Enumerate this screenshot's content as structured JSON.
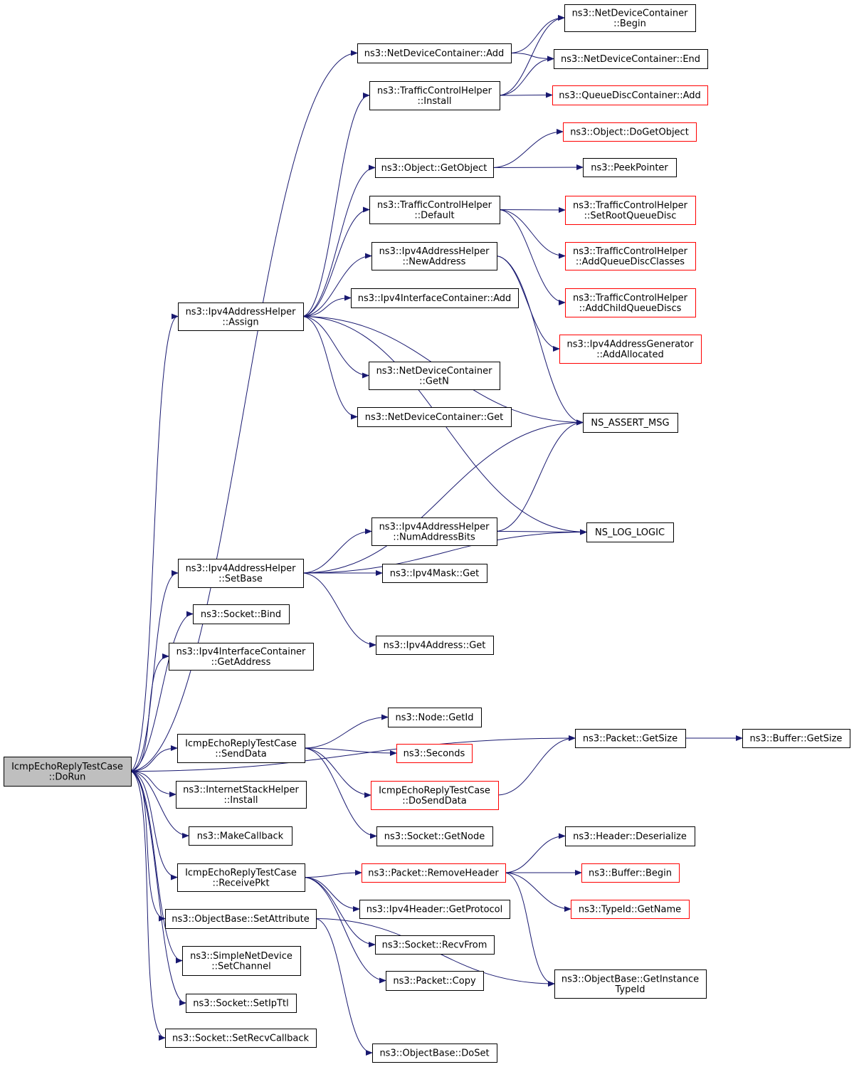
{
  "colors": {
    "edge": "#191970",
    "border_linked": "#000000",
    "border_external": "#ff0000",
    "root_fill": "#bfbfbf"
  },
  "nodes": [
    {
      "id": "root",
      "lines": [
        "IcmpEchoReplyTestCase",
        "::DoRun"
      ],
      "style": "root"
    },
    {
      "id": "ndc_add",
      "lines": [
        "ns3::NetDeviceContainer::Add"
      ],
      "style": "normal"
    },
    {
      "id": "ndc_begin",
      "lines": [
        "ns3::NetDeviceContainer",
        "::Begin"
      ],
      "style": "normal"
    },
    {
      "id": "ndc_end",
      "lines": [
        "ns3::NetDeviceContainer::End"
      ],
      "style": "normal"
    },
    {
      "id": "tch_install",
      "lines": [
        "ns3::TrafficControlHelper",
        "::Install"
      ],
      "style": "normal"
    },
    {
      "id": "qdc_add",
      "lines": [
        "ns3::QueueDiscContainer::Add"
      ],
      "style": "external"
    },
    {
      "id": "obj_dogetobject",
      "lines": [
        "ns3::Object::DoGetObject"
      ],
      "style": "external"
    },
    {
      "id": "obj_getobject",
      "lines": [
        "ns3::Object::GetObject"
      ],
      "style": "normal"
    },
    {
      "id": "peekpointer",
      "lines": [
        "ns3::PeekPointer"
      ],
      "style": "normal"
    },
    {
      "id": "tch_default",
      "lines": [
        "ns3::TrafficControlHelper",
        "::Default"
      ],
      "style": "normal"
    },
    {
      "id": "tch_setroot",
      "lines": [
        "ns3::TrafficControlHelper",
        "::SetRootQueueDisc"
      ],
      "style": "external"
    },
    {
      "id": "tch_addclasses",
      "lines": [
        "ns3::TrafficControlHelper",
        "::AddQueueDiscClasses"
      ],
      "style": "external"
    },
    {
      "id": "tch_addchild",
      "lines": [
        "ns3::TrafficControlHelper",
        "::AddChildQueueDiscs"
      ],
      "style": "external"
    },
    {
      "id": "ipah_newaddr",
      "lines": [
        "ns3::Ipv4AddressHelper",
        "::NewAddress"
      ],
      "style": "normal"
    },
    {
      "id": "iic_add",
      "lines": [
        "ns3::Ipv4InterfaceContainer::Add"
      ],
      "style": "normal"
    },
    {
      "id": "ipah_assign",
      "lines": [
        "ns3::Ipv4AddressHelper",
        "::Assign"
      ],
      "style": "normal"
    },
    {
      "id": "ipag_addalloc",
      "lines": [
        "ns3::Ipv4AddressGenerator",
        "::AddAllocated"
      ],
      "style": "external"
    },
    {
      "id": "ndc_getn",
      "lines": [
        "ns3::NetDeviceContainer",
        "::GetN"
      ],
      "style": "normal"
    },
    {
      "id": "ndc_get",
      "lines": [
        "ns3::NetDeviceContainer::Get"
      ],
      "style": "normal"
    },
    {
      "id": "ns_assert",
      "lines": [
        "NS_ASSERT_MSG"
      ],
      "style": "normal"
    },
    {
      "id": "ipah_numbits",
      "lines": [
        "ns3::Ipv4AddressHelper",
        "::NumAddressBits"
      ],
      "style": "normal"
    },
    {
      "id": "ns_log",
      "lines": [
        "NS_LOG_LOGIC"
      ],
      "style": "normal"
    },
    {
      "id": "ipah_setbase",
      "lines": [
        "ns3::Ipv4AddressHelper",
        "::SetBase"
      ],
      "style": "normal"
    },
    {
      "id": "ipmask_get",
      "lines": [
        "ns3::Ipv4Mask::Get"
      ],
      "style": "normal"
    },
    {
      "id": "socket_bind",
      "lines": [
        "ns3::Socket::Bind"
      ],
      "style": "normal"
    },
    {
      "id": "ipaddr_get",
      "lines": [
        "ns3::Ipv4Address::Get"
      ],
      "style": "normal"
    },
    {
      "id": "iic_getaddr",
      "lines": [
        "ns3::Ipv4InterfaceContainer",
        "::GetAddress"
      ],
      "style": "normal"
    },
    {
      "id": "node_getid",
      "lines": [
        "ns3::Node::GetId"
      ],
      "style": "normal"
    },
    {
      "id": "packet_getsize",
      "lines": [
        "ns3::Packet::GetSize"
      ],
      "style": "normal"
    },
    {
      "id": "buffer_getsize",
      "lines": [
        "ns3::Buffer::GetSize"
      ],
      "style": "normal"
    },
    {
      "id": "tc_senddata",
      "lines": [
        "IcmpEchoReplyTestCase",
        "::SendData"
      ],
      "style": "normal"
    },
    {
      "id": "seconds",
      "lines": [
        "ns3::Seconds"
      ],
      "style": "external"
    },
    {
      "id": "tc_dosenddata",
      "lines": [
        "IcmpEchoReplyTestCase",
        "::DoSendData"
      ],
      "style": "external"
    },
    {
      "id": "ish_install",
      "lines": [
        "ns3::InternetStackHelper",
        "::Install"
      ],
      "style": "normal"
    },
    {
      "id": "makecallback",
      "lines": [
        "ns3::MakeCallback"
      ],
      "style": "normal"
    },
    {
      "id": "socket_getnode",
      "lines": [
        "ns3::Socket::GetNode"
      ],
      "style": "normal"
    },
    {
      "id": "header_deser",
      "lines": [
        "ns3::Header::Deserialize"
      ],
      "style": "normal"
    },
    {
      "id": "tc_receivepkt",
      "lines": [
        "IcmpEchoReplyTestCase",
        "::ReceivePkt"
      ],
      "style": "normal"
    },
    {
      "id": "packet_removeheader",
      "lines": [
        "ns3::Packet::RemoveHeader"
      ],
      "style": "external"
    },
    {
      "id": "buffer_begin",
      "lines": [
        "ns3::Buffer::Begin"
      ],
      "style": "external"
    },
    {
      "id": "typeid_getname",
      "lines": [
        "ns3::TypeId::GetName"
      ],
      "style": "external"
    },
    {
      "id": "iph_getproto",
      "lines": [
        "ns3::Ipv4Header::GetProtocol"
      ],
      "style": "normal"
    },
    {
      "id": "ob_setattr",
      "lines": [
        "ns3::ObjectBase::SetAttribute"
      ],
      "style": "normal"
    },
    {
      "id": "socket_recvfrom",
      "lines": [
        "ns3::Socket::RecvFrom"
      ],
      "style": "normal"
    },
    {
      "id": "snd_setchannel",
      "lines": [
        "ns3::SimpleNetDevice",
        "::SetChannel"
      ],
      "style": "normal"
    },
    {
      "id": "packet_copy",
      "lines": [
        "ns3::Packet::Copy"
      ],
      "style": "normal"
    },
    {
      "id": "ob_getinsttypeid",
      "lines": [
        "ns3::ObjectBase::GetInstance",
        "TypeId"
      ],
      "style": "normal"
    },
    {
      "id": "socket_setipttl",
      "lines": [
        "ns3::Socket::SetIpTtl"
      ],
      "style": "normal"
    },
    {
      "id": "socket_setrecvcb",
      "lines": [
        "ns3::Socket::SetRecvCallback"
      ],
      "style": "normal"
    },
    {
      "id": "ob_doset",
      "lines": [
        "ns3::ObjectBase::DoSet"
      ],
      "style": "normal"
    }
  ],
  "edges": [
    [
      "root",
      "ndc_add"
    ],
    [
      "root",
      "ipah_assign"
    ],
    [
      "root",
      "ipah_setbase"
    ],
    [
      "root",
      "socket_bind"
    ],
    [
      "root",
      "iic_getaddr"
    ],
    [
      "root",
      "packet_getsize"
    ],
    [
      "root",
      "tc_senddata"
    ],
    [
      "root",
      "ish_install"
    ],
    [
      "root",
      "makecallback"
    ],
    [
      "root",
      "tc_receivepkt"
    ],
    [
      "root",
      "ob_setattr"
    ],
    [
      "root",
      "snd_setchannel"
    ],
    [
      "root",
      "socket_setipttl"
    ],
    [
      "root",
      "socket_setrecvcb"
    ],
    [
      "ndc_add",
      "ndc_begin"
    ],
    [
      "ndc_add",
      "ndc_end"
    ],
    [
      "tch_install",
      "ndc_begin"
    ],
    [
      "tch_install",
      "ndc_end"
    ],
    [
      "tch_install",
      "qdc_add"
    ],
    [
      "obj_getobject",
      "obj_dogetobject"
    ],
    [
      "obj_getobject",
      "peekpointer"
    ],
    [
      "tch_default",
      "tch_setroot"
    ],
    [
      "tch_default",
      "tch_addclasses"
    ],
    [
      "tch_default",
      "tch_addchild"
    ],
    [
      "ipah_newaddr",
      "ipag_addalloc"
    ],
    [
      "ipah_newaddr",
      "ns_assert"
    ],
    [
      "ipah_assign",
      "tch_install"
    ],
    [
      "ipah_assign",
      "obj_getobject"
    ],
    [
      "ipah_assign",
      "tch_default"
    ],
    [
      "ipah_assign",
      "ipah_newaddr"
    ],
    [
      "ipah_assign",
      "iic_add"
    ],
    [
      "ipah_assign",
      "ns_assert"
    ],
    [
      "ipah_assign",
      "ndc_getn"
    ],
    [
      "ipah_assign",
      "ndc_get"
    ],
    [
      "ipah_assign",
      "ns_log"
    ],
    [
      "ipah_setbase",
      "ns_assert"
    ],
    [
      "ipah_setbase",
      "ipah_numbits"
    ],
    [
      "ipah_setbase",
      "ipmask_get"
    ],
    [
      "ipah_setbase",
      "ns_log"
    ],
    [
      "ipah_setbase",
      "ipaddr_get"
    ],
    [
      "ipah_numbits",
      "ns_assert"
    ],
    [
      "ipah_numbits",
      "ns_log"
    ],
    [
      "packet_getsize",
      "buffer_getsize"
    ],
    [
      "tc_senddata",
      "node_getid"
    ],
    [
      "tc_senddata",
      "seconds"
    ],
    [
      "tc_senddata",
      "tc_dosenddata"
    ],
    [
      "tc_senddata",
      "socket_getnode"
    ],
    [
      "tc_dosenddata",
      "packet_getsize"
    ],
    [
      "tc_receivepkt",
      "packet_removeheader"
    ],
    [
      "tc_receivepkt",
      "iph_getproto"
    ],
    [
      "tc_receivepkt",
      "socket_recvfrom"
    ],
    [
      "tc_receivepkt",
      "packet_copy"
    ],
    [
      "packet_removeheader",
      "header_deser"
    ],
    [
      "packet_removeheader",
      "buffer_begin"
    ],
    [
      "packet_removeheader",
      "typeid_getname"
    ],
    [
      "packet_removeheader",
      "ob_getinsttypeid"
    ],
    [
      "ob_setattr",
      "ob_getinsttypeid"
    ],
    [
      "ob_setattr",
      "ob_doset"
    ]
  ]
}
